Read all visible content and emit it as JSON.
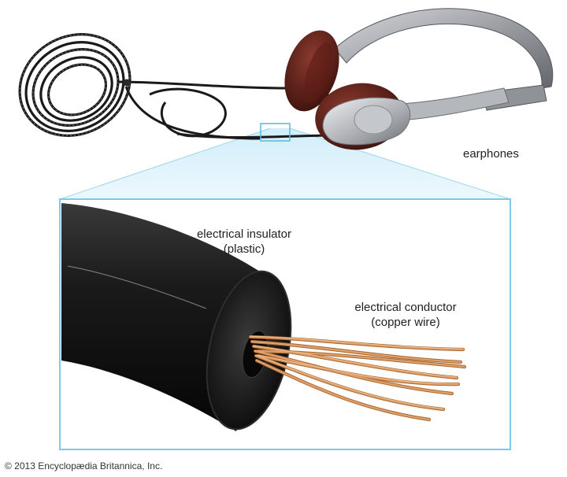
{
  "colors": {
    "callout_border": "#7cc9ea",
    "callout_fill": "#bfe6f7",
    "cable_black": "#141414",
    "copper": "#d38f58",
    "ear_pad": "#5e1d16",
    "headband": "#8c8f94"
  },
  "labels": {
    "earphones": "earphones",
    "insulator_line1": "electrical insulator",
    "insulator_line2": "(plastic)",
    "conductor_line1": "electrical conductor",
    "conductor_line2": "(copper wire)"
  },
  "credit": "© 2013 Encyclopædia Britannica, Inc."
}
